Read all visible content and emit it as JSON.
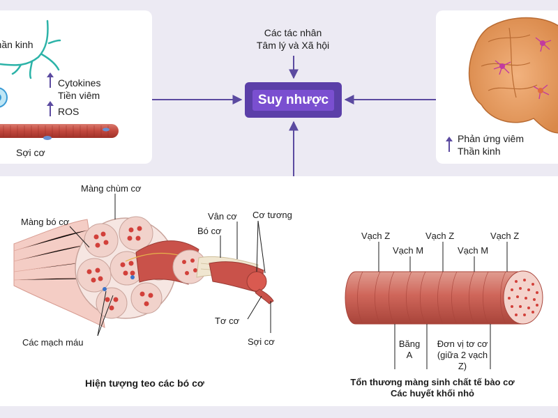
{
  "colors": {
    "background": "#eceaf3",
    "panel": "#ffffff",
    "accent": "#5b3fa8",
    "accent_light": "#7a4fd0",
    "arrow": "#5b4aa0",
    "muscle": "#c94a40",
    "muscle_light": "#e8a29a",
    "nerve": "#2cb3a8",
    "brain": "#e8a06a"
  },
  "center": {
    "label": "Suy nhược"
  },
  "top": {
    "factors_line1": "Các tác nhân",
    "factors_line2": "Tâm lý và Xã hội"
  },
  "left_panel": {
    "nerve_label": "Thần kinh",
    "cytokines_line1": "Cytokines",
    "cytokines_line2": "Tiền viêm",
    "ros_label": "ROS",
    "fiber_label": "Sợi cơ"
  },
  "right_panel": {
    "reaction_line1": "Phản ứng viêm",
    "reaction_line2": "Thần kinh"
  },
  "bottom_left": {
    "epimysium": "Màng chùm cơ",
    "perimysium": "Màng bó cơ",
    "blood_vessels": "Các mạch máu",
    "myofibril_striation": "Vân cơ",
    "bundle": "Bó cơ",
    "sarcoplasm": "Cơ tương",
    "myofilament": "Tơ cơ",
    "fiber": "Sợi cơ",
    "caption": "Hiện tượng teo các bó cơ"
  },
  "bottom_right": {
    "z_line_1": "Vạch Z",
    "z_line_2": "Vạch Z",
    "z_line_3": "Vạch Z",
    "m_line_1": "Vạch M",
    "m_line_2": "Vạch M",
    "band_a_line1": "Băng",
    "band_a_line2": "A",
    "sarcomere_line1": "Đơn vị tơ cơ",
    "sarcomere_line2": "(giữa 2 vạch",
    "sarcomere_line3": "Z)",
    "caption_line1": "Tổn thương màng sinh chất tế bào cơ",
    "caption_line2": "Các huyết khối nhỏ"
  }
}
